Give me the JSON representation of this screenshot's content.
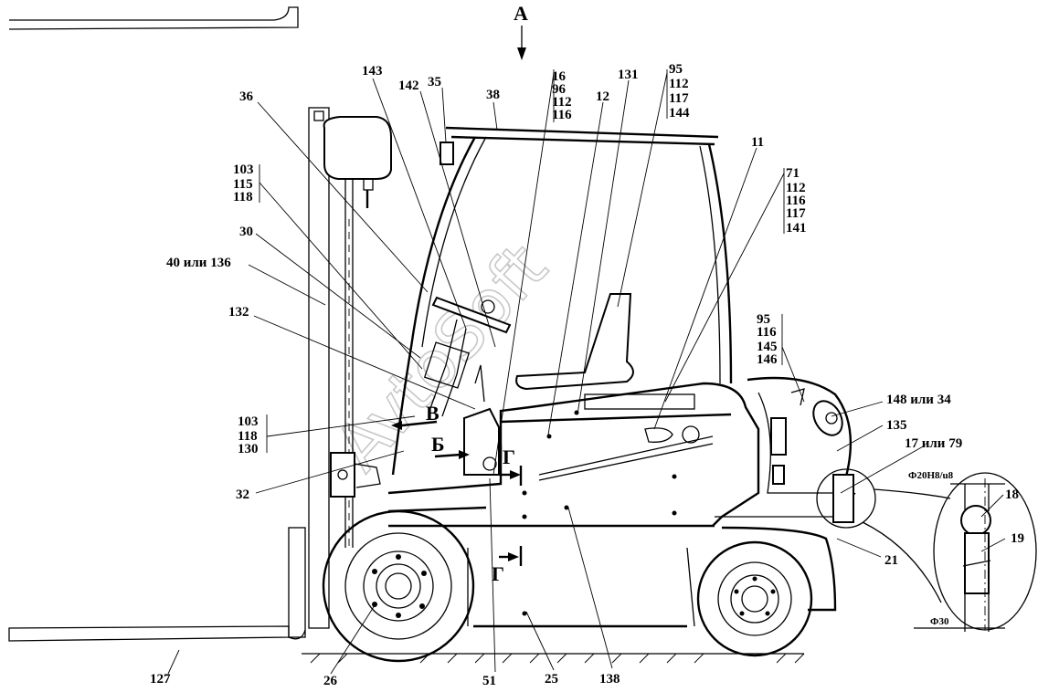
{
  "view_label": "А",
  "section_labels": {
    "B": "В",
    "Be": "Б",
    "G_top": "Г",
    "G_bottom": "Г"
  },
  "callouts": {
    "c16_group": [
      "16",
      "96",
      "112",
      "116"
    ],
    "c95_group": [
      "95",
      "112",
      "117",
      "144"
    ],
    "c71_group": [
      "71",
      "112",
      "116",
      "117",
      "141"
    ],
    "c95b_group": [
      "95",
      "116",
      "145",
      "146"
    ],
    "c103a_group": [
      "103",
      "115",
      "118"
    ],
    "c103b_group": [
      "103",
      "118",
      "130"
    ],
    "c143": "143",
    "c142": "142",
    "c35": "35",
    "c38": "38",
    "c12": "12",
    "c131": "131",
    "c11": "11",
    "c36": "36",
    "c30": "30",
    "c40": "40 или 136",
    "c132": "132",
    "c32": "32",
    "c127": "127",
    "c26": "26",
    "c51": "51",
    "c25": "25",
    "c138": "138",
    "c148": "148 или 34",
    "c135": "135",
    "c17": "17 или 79",
    "c21": "21",
    "c18": "18",
    "c19": "19"
  },
  "dimensions": {
    "fit": "Ф20Н8/u8",
    "diameter": "Ф30"
  },
  "watermark": "AvtoSoft"
}
